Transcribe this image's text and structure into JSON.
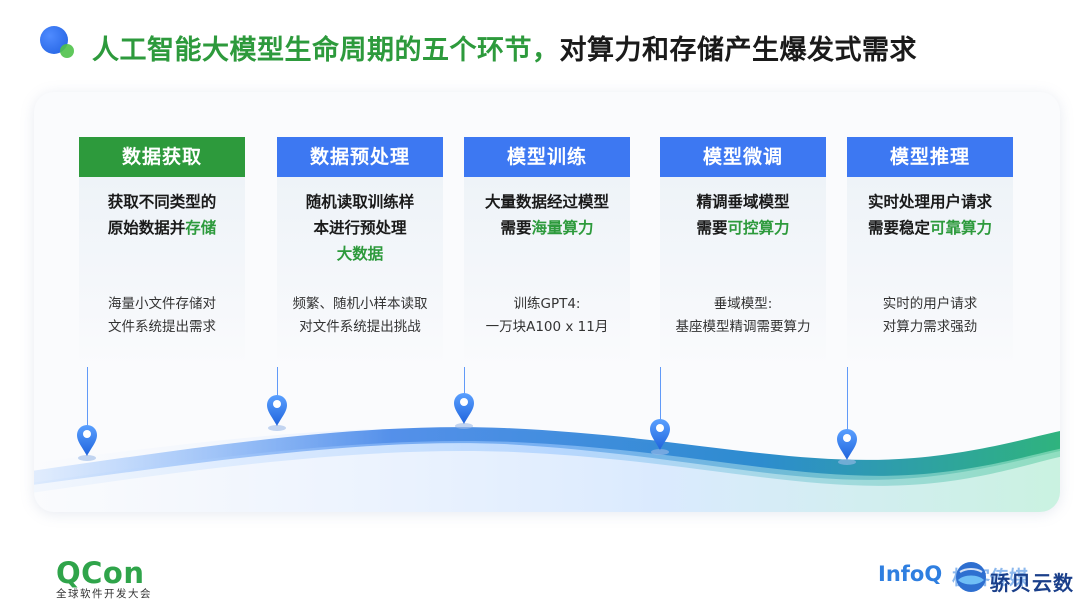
{
  "header": {
    "title_part1": "人工智能大模型生命周期的五个环节，",
    "title_part2": "对算力和存储产生爆发式需求"
  },
  "colors": {
    "green_header": "#2d9a3c",
    "blue_header": "#3d78f2",
    "highlight_green": "#2d9a3c",
    "title_green": "#2d9a3c"
  },
  "stages": [
    {
      "title": "数据获取",
      "header_color": "green",
      "line1_a": "获取不同类型的",
      "line1_b": "",
      "line2_a": "原始数据并",
      "line2_hl": "存储",
      "line3_hl": "",
      "desc_line1": "海量小文件存储对",
      "desc_line2": "文件系统提出需求",
      "pin_icon": "location-pin-icon"
    },
    {
      "title": "数据预处理",
      "header_color": "blue",
      "line1_a": "随机读取训练样",
      "line1_b": "",
      "line2_a": "本进行预处理",
      "line2_hl": "",
      "line3_hl": "大数据",
      "desc_line1": "频繁、随机小样本读取",
      "desc_line2": "对文件系统提出挑战",
      "pin_icon": "location-pin-icon"
    },
    {
      "title": "模型训练",
      "header_color": "blue",
      "line1_a": "大量数据经过模型",
      "line1_b": "",
      "line2_a": "需要",
      "line2_hl": "海量算力",
      "line3_hl": "",
      "desc_line1": "训练GPT4:",
      "desc_line2": "一万块A100 x 11月",
      "pin_icon": "location-pin-icon"
    },
    {
      "title": "模型微调",
      "header_color": "blue",
      "line1_a": "精调垂域模型",
      "line1_b": "",
      "line2_a": "需要",
      "line2_hl": "可控算力",
      "line3_hl": "",
      "desc_line1": "垂域模型:",
      "desc_line2": "基座模型精调需要算力",
      "pin_icon": "location-pin-icon"
    },
    {
      "title": "模型推理",
      "header_color": "blue",
      "line1_a": "实时处理用户请求",
      "line1_b": "",
      "line2_a": "需要稳定",
      "line2_hl": "可靠算力",
      "line3_hl": "",
      "desc_line1": "实时的用户请求",
      "desc_line2": "对算力需求强劲",
      "pin_icon": "location-pin-icon"
    }
  ],
  "footer": {
    "qcon_logo": "QCon",
    "qcon_sub": "全球软件开发大会",
    "infoq_logo": "InfoQ",
    "infoq_cn": "极客传媒",
    "watermark": "骄贝云数"
  }
}
